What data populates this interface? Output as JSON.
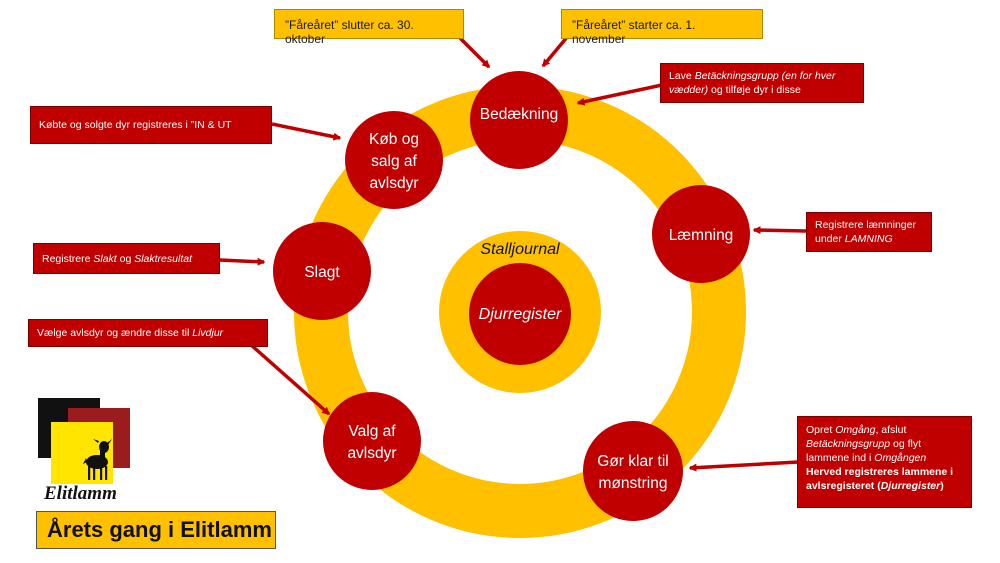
{
  "center": {
    "outer_label": "Stalljournal",
    "inner_label": "Djurregister"
  },
  "nodes": {
    "bedaekning": "Bedækning",
    "kob_line1": "Køb og",
    "kob_line2": "salg af",
    "kob_line3": "avlsdyr",
    "laemning": "Læmning",
    "slagt": "Slagt",
    "valg_line1": "Valg af",
    "valg_line2": "avlsdyr",
    "gor_line1": "Gør klar til",
    "gor_line2": "mønstring"
  },
  "notes": {
    "faaret_slutter": "”Fåreåret” slutter ca. 30. oktober",
    "faaret_starter": "”Fåreåret” starter ca. 1. november",
    "bedaekning_a": "Lave ",
    "bedaekning_b": "Betäckningsgrupp (en for hver vædder)",
    "bedaekning_c": " og tilføje dyr i disse",
    "kob": "Købte og solgte dyr registreres i ”IN & UT",
    "laemning_a": "Registrere læmninger under ",
    "laemning_b": "LAMNING",
    "slagt_a": "Registrere ",
    "slagt_b": "Slakt",
    "slagt_c": " og ",
    "slagt_d": "Slaktresultat",
    "valg_a": "Vælge avlsdyr og ændre disse til ",
    "valg_b": "Livdjur",
    "gor_1": "Opret ",
    "gor_2": "Omgång",
    "gor_3": ", afslut ",
    "gor_4": "Betäckningsgrupp",
    "gor_5": " og flyt lammene ind i ",
    "gor_6": "Omgången",
    "gor_7": "Herved registreres lammene i avlsregisteret (",
    "gor_8": "Djurregister",
    "gor_9": ")"
  },
  "logo": {
    "name": "Elitlamm"
  },
  "title": "Årets gang i Elitlamm",
  "colors": {
    "ring": "#ffc000",
    "circle": "#c00000",
    "arrow": "#c00000",
    "text_on_red": "#ffffff"
  }
}
